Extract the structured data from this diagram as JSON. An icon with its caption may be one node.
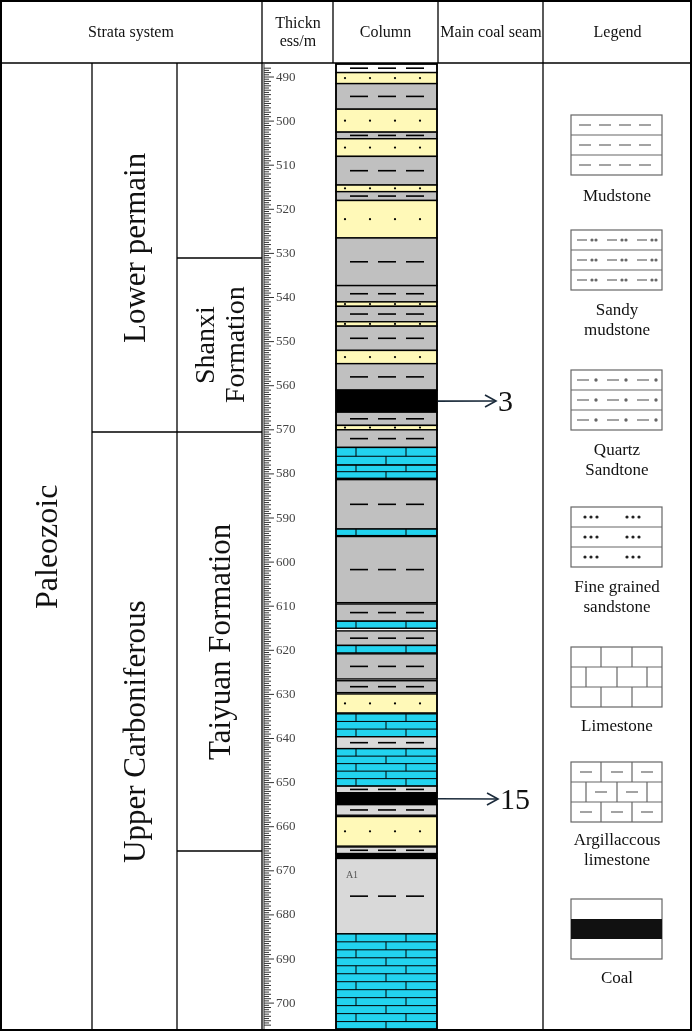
{
  "diagram": {
    "nodes": [
      {
        "text": [
          "3"
        ]
      },
      {
        "text": [
          "15"
        ]
      },
      {
        "text": [],
        "shape": "bar"
      },
      {
        "text": [],
        "shape": "bar"
      }
    ],
    "edges": [
      {
        "from": 2,
        "to": 0,
        "arrow": "to"
      },
      {
        "from": 3,
        "to": 1,
        "arrow": "to"
      }
    ],
    "labels": [
      "Strata system",
      "Thickn ess/m",
      "Column",
      "Main coal seam",
      "Legend",
      "Paleozoic",
      "Lower permain",
      "Shanxi Formation",
      "Upper Carboniferous",
      "Taiyuan Formation",
      "490",
      "500",
      "510",
      "520",
      "530",
      "540",
      "550",
      "560",
      "570",
      "580",
      "590",
      "600",
      "610",
      "620",
      "630",
      "640",
      "650",
      "660",
      "670",
      "680",
      "690",
      "700",
      "A1"
    ],
    "legend": [
      {
        "text": "Mudstone"
      },
      {
        "text": "Sandy mudstone"
      },
      {
        "text": "Quartz Sandtone"
      },
      {
        "text": "Fine grained sandstone"
      },
      {
        "text": "Limestone"
      },
      {
        "text": "Argillaccous limestone"
      },
      {
        "text": "Coal"
      }
    ]
  }
}
